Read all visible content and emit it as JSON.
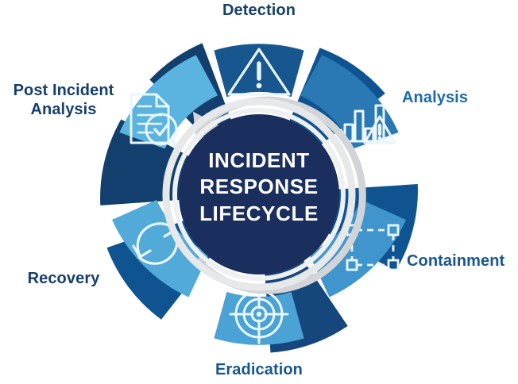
{
  "diagram": {
    "title_lines": [
      "INCIDENT",
      "RESPONSE",
      "LIFECYCLE"
    ],
    "center_title": "INCIDENT RESPONSE LIFECYCLE",
    "type": "cycle-wheel",
    "direction": "clockwise",
    "background_color": "#ffffff",
    "center_circle_color": "#1b2f5e",
    "center_ring_color": "#e3e5e8",
    "arrow_color": "#d2d4d8",
    "stages": [
      {
        "id": "detection",
        "label": "Detection",
        "order": 1,
        "position": "top",
        "segment_color": "#17568f",
        "shadow_color": "#123f6d",
        "label_color": "#173f6b",
        "icon": "warning-triangle-icon"
      },
      {
        "id": "analysis",
        "label": "Analysis",
        "order": 2,
        "position": "upper-right",
        "segment_color": "#2a79b5",
        "shadow_color": "#0f5391",
        "label_color": "#1c6aa8",
        "icon": "bar-chart-warning-icon"
      },
      {
        "id": "containment",
        "label": "Containment",
        "order": 3,
        "position": "lower-right",
        "segment_color": "#4095cd",
        "shadow_color": "#0f5391",
        "label_color": "#17568f",
        "icon": "dashed-selection-box-icon"
      },
      {
        "id": "eradication",
        "label": "Eradication",
        "order": 4,
        "position": "bottom",
        "segment_color": "#4aa3d4",
        "shadow_color": "#15477c",
        "label_color": "#17568f",
        "icon": "crosshair-target-icon"
      },
      {
        "id": "recovery",
        "label": "Recovery",
        "order": 5,
        "position": "lower-left",
        "segment_color": "#52aad8",
        "shadow_color": "#0f5391",
        "label_color": "#173f6b",
        "icon": "refresh-cycle-arrows-icon"
      },
      {
        "id": "post-incident-analysis",
        "label": "Post Incident\nAnalysis",
        "order": 6,
        "position": "upper-left",
        "segment_color": "#5bb4e0",
        "shadow_color": "#123f6d",
        "label_color": "#173f6b",
        "icon": "document-magnifier-check-icon"
      }
    ]
  }
}
